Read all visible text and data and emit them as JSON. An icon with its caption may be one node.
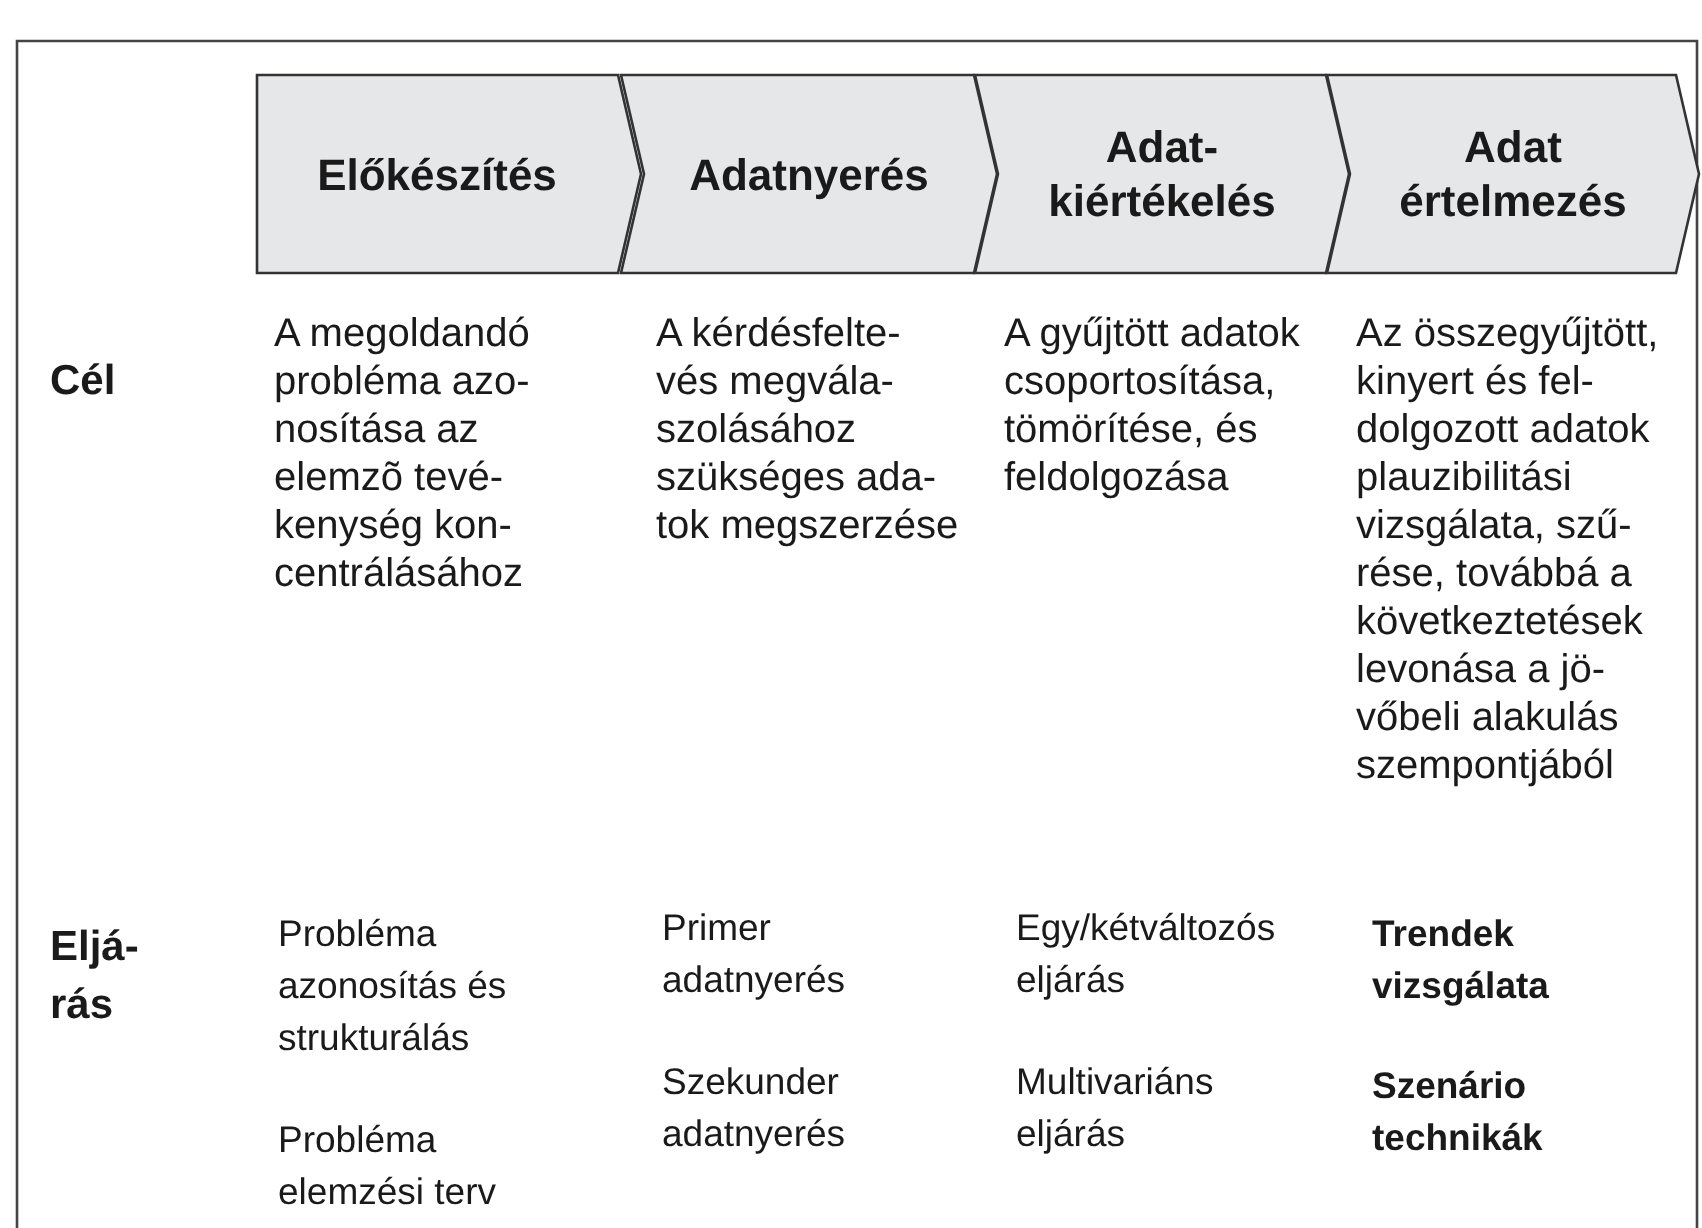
{
  "diagram": {
    "nodes": [
      {
        "text": [
          "Előkészítés"
        ]
      },
      {
        "text": [
          "Adatnyerés"
        ]
      },
      {
        "text": [
          "Adat- kiértékelés"
        ]
      },
      {
        "text": [
          "Adat értelmezés"
        ]
      }
    ],
    "edges": [],
    "labels": [
      "Cél",
      "A megoldandó probléma azo- nosítása az elemzõ tevé- kenység kon- centrálásához",
      "A kérdésfelte- vés megvála- szolásához szükséges ada- tok megszerzése",
      "A gyűjtött adatok csoportosítása, tömörítése, és feldolgozása",
      "Az összegyűjtött, kinyert és fel- dolgozott adatok plauzibilitási vizsgálata, szű- rése, továbbá a következtetések levonása a jö- vőbeli alakulás szempontjából",
      "Eljá- rás",
      "Probléma azonosítás és strukturálás",
      "Primer adatnyerés",
      "Egy/kétváltozós eljárás",
      "Trendek vizsgálata",
      "Probléma elemzési terv",
      "Szekunder adatnyerés",
      "Multivariáns eljárás",
      "Szenário technikák"
    ]
  }
}
